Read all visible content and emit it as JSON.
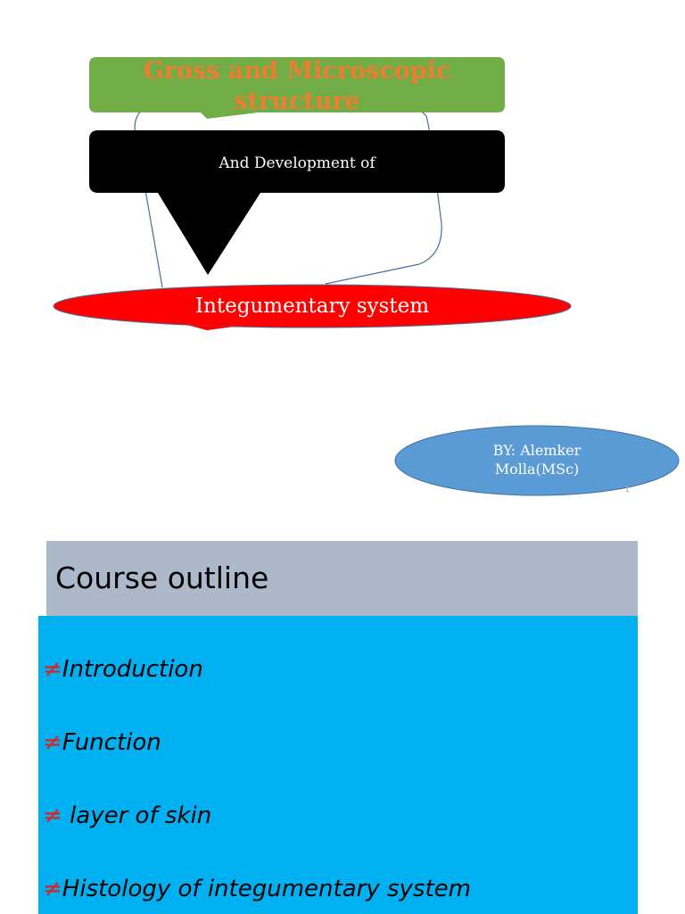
{
  "slide1": {
    "title_lines": [
      "Gross and Microscopic",
      "structure"
    ],
    "subtitle": "And Development of",
    "topic": "Integumentary system",
    "author_lines": [
      "BY: Alemker",
      "Molla(MSc)"
    ],
    "page_number": "1",
    "colors": {
      "title_box": "#70ad47",
      "title_text": "#ed7d31",
      "subtitle_box": "#000000",
      "topic_ellipse": "#ff0000",
      "author_ellipse": "#5b9bd5",
      "connector_outline": "#41719c"
    }
  },
  "slide2": {
    "heading": "Course outline",
    "bullet_marker": "≠",
    "items": [
      "Introduction",
      "Function",
      " layer of skin",
      "Histology of integumentary system"
    ],
    "colors": {
      "header_bg": "#adb9ca",
      "body_bg": "#00b0f0",
      "marker": "#e0201e"
    }
  }
}
